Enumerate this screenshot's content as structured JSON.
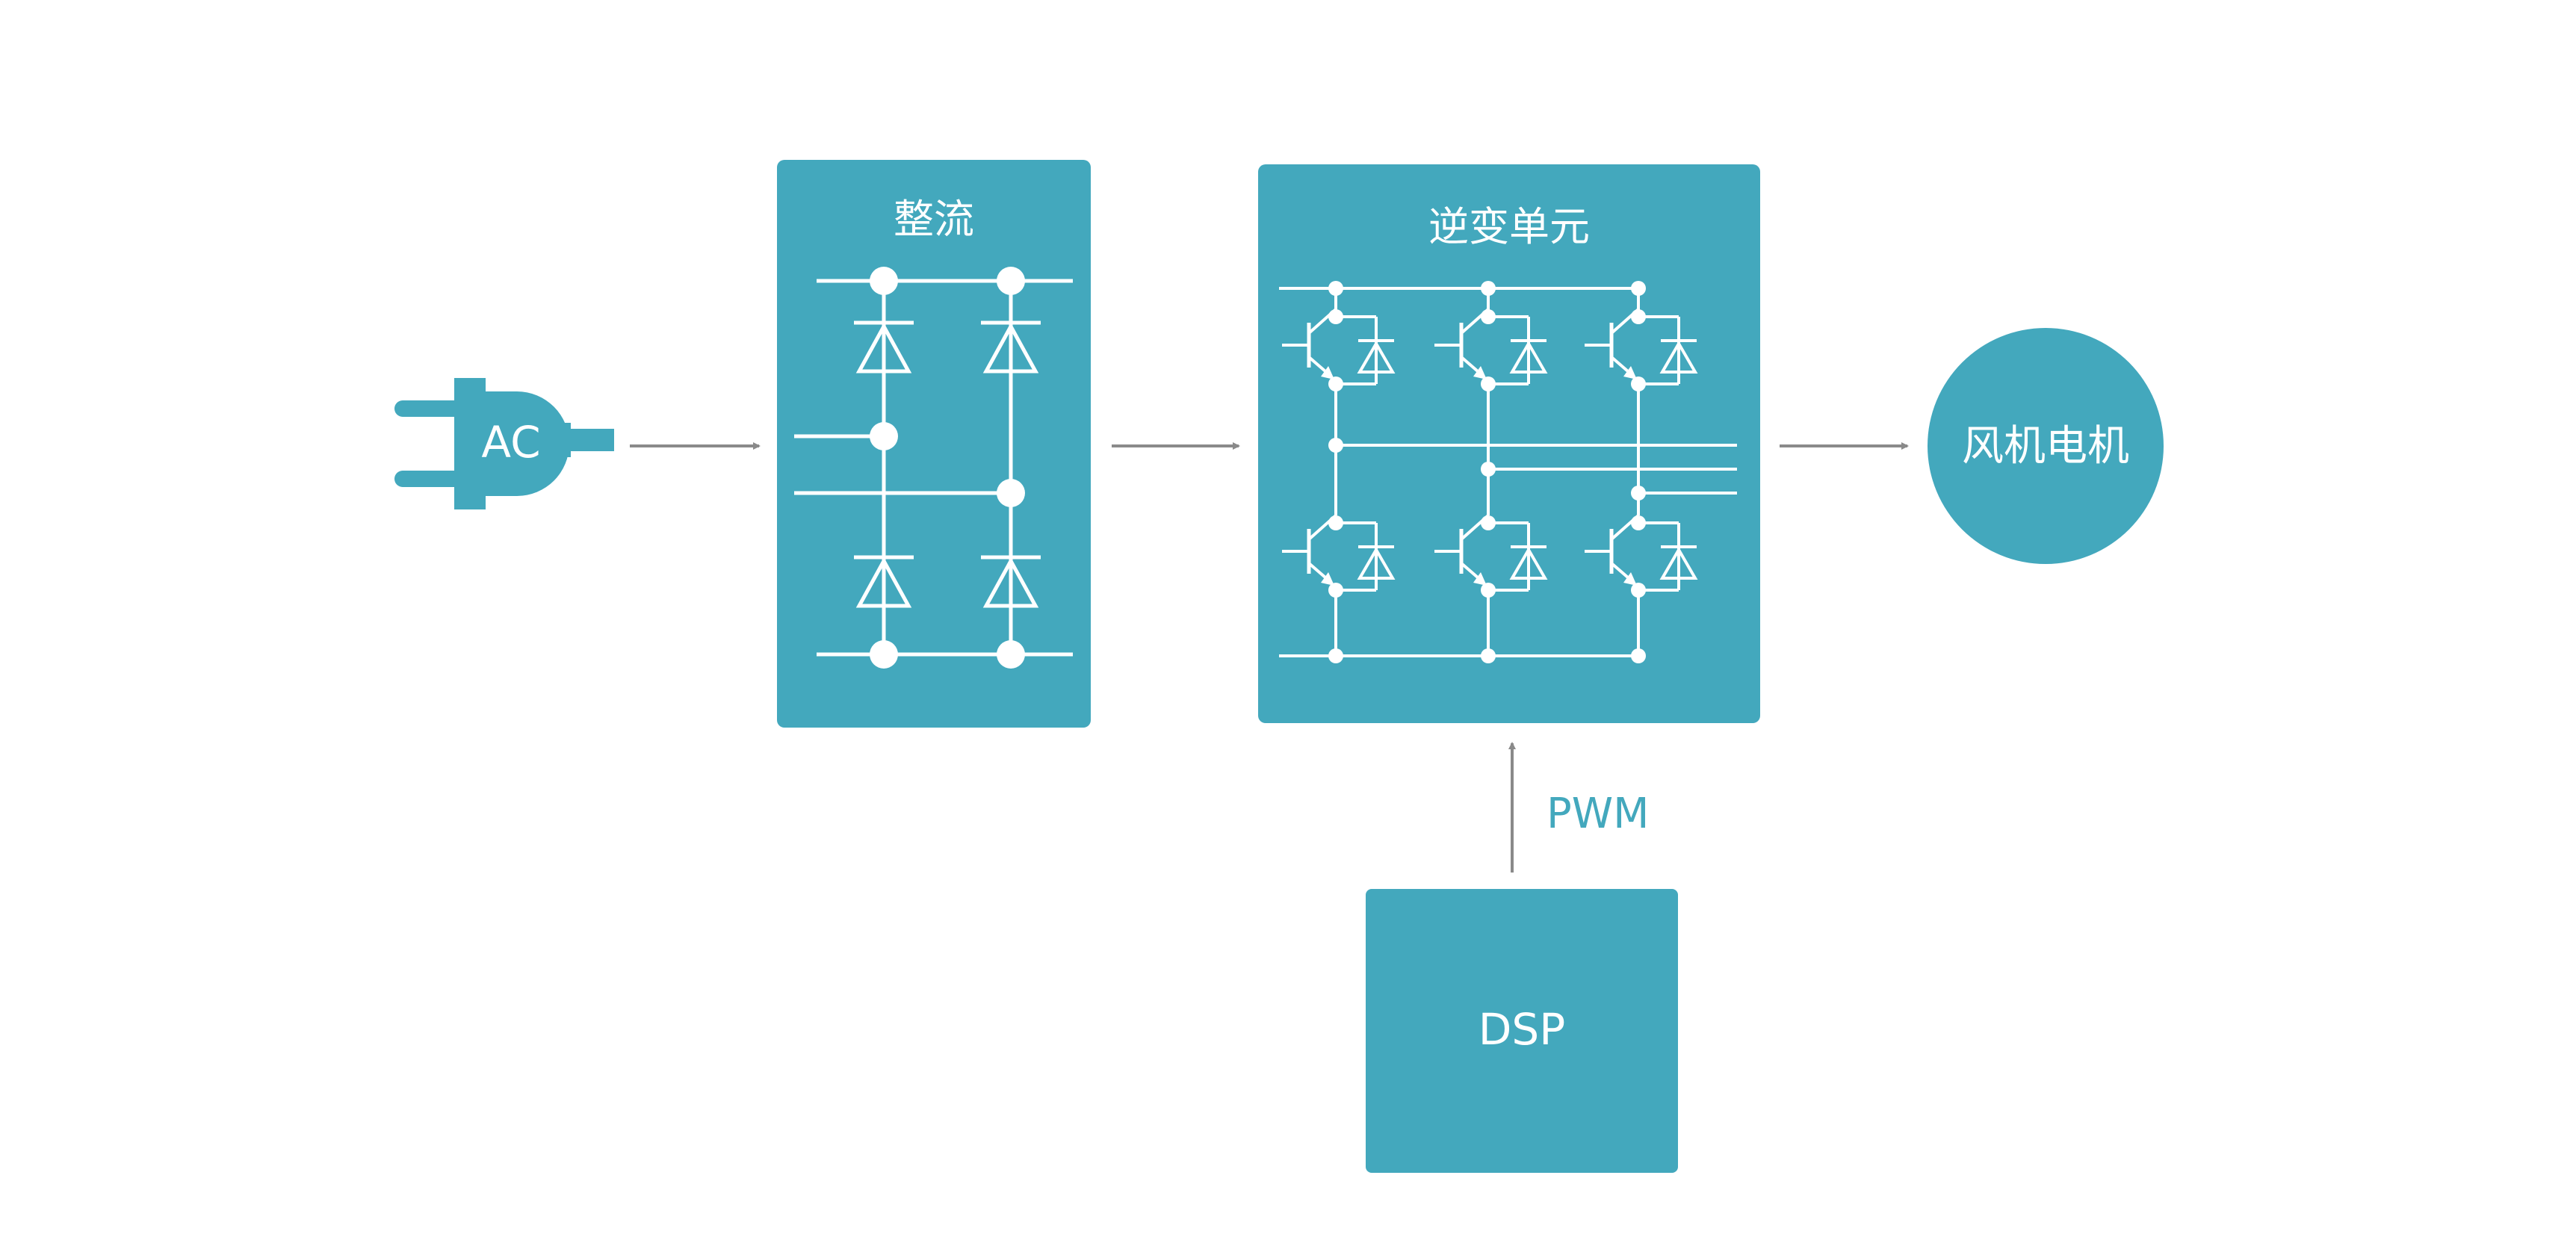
{
  "colors": {
    "block": "#43a8bd",
    "circuit": "#ffffff",
    "arrow": "#8a8a8a",
    "pwm_text": "#43a8bd",
    "background": "#ffffff"
  },
  "nodes": {
    "ac": {
      "label": "AC",
      "icon": "power-plug-icon"
    },
    "rectifier": {
      "label": "整流"
    },
    "inverter": {
      "label": "逆变单元"
    },
    "motor": {
      "label": "风机电机"
    },
    "dsp": {
      "label": "DSP"
    }
  },
  "edges": [
    {
      "from": "ac",
      "to": "rectifier",
      "label": ""
    },
    {
      "from": "rectifier",
      "to": "inverter",
      "label": ""
    },
    {
      "from": "inverter",
      "to": "motor",
      "label": ""
    },
    {
      "from": "dsp",
      "to": "inverter",
      "label": "PWM"
    }
  ]
}
